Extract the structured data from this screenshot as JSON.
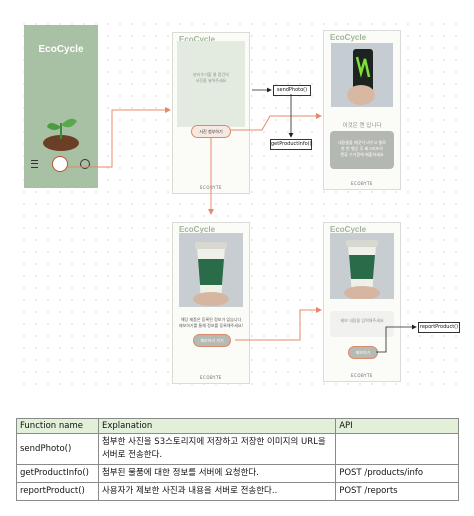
{
  "app_name": "EcoCycle",
  "footer": "ECOBYTE",
  "screen2": {
    "hint": "분리수거할 물 품건의\n사진을 넣어주세요",
    "button": "사진 첨부하기"
  },
  "screen3": {
    "result": "이것은 캔 입니다",
    "desc": "내용물을 깨끗이 비우고 물로\n한 번 헹군 후 찌그러뜨려\n캔류 수거함에 배출하세요"
  },
  "screen4": {
    "desc": "해당 제품은 등록된 정보가 없습니다\n제보하기를 통해 정보를 등록해주세요!",
    "button": "제보하러 가기"
  },
  "screen5": {
    "input_placeholder": "제보 내용을 입력해주세요",
    "button": "제보하기"
  },
  "functions": {
    "send_photo": "sendPhoto()",
    "get_product_info": "getProductInfo()",
    "report_product": "reportProduct()"
  },
  "table": {
    "headers": [
      "Function name",
      "Explanation",
      "API"
    ],
    "rows": [
      {
        "name": "sendPhoto()",
        "explanation": "첨부한 사진을 S3스토리지에 저장하고 저장한 이미지의 URL을 서버로 전송한다.",
        "api": ""
      },
      {
        "name": "getProductInfo()",
        "explanation": "첨부된 물품에 대한 정보를 서버에 요청한다.",
        "api": "POST /products/info"
      },
      {
        "name": "reportProduct()",
        "explanation": "사용자가 제보한 사진과 내용을 서버로 전송한다..",
        "api": "POST /reports"
      }
    ]
  }
}
